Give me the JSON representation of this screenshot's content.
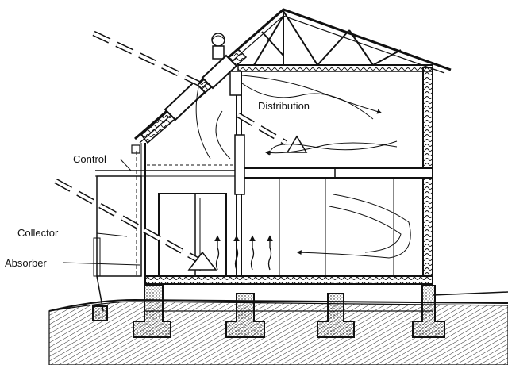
{
  "labels": {
    "distribution": "Distribution",
    "control": "Control",
    "collector": "Collector",
    "absorber": "Absorber"
  },
  "colors": {
    "ink": "#111111",
    "paper": "#ffffff"
  }
}
